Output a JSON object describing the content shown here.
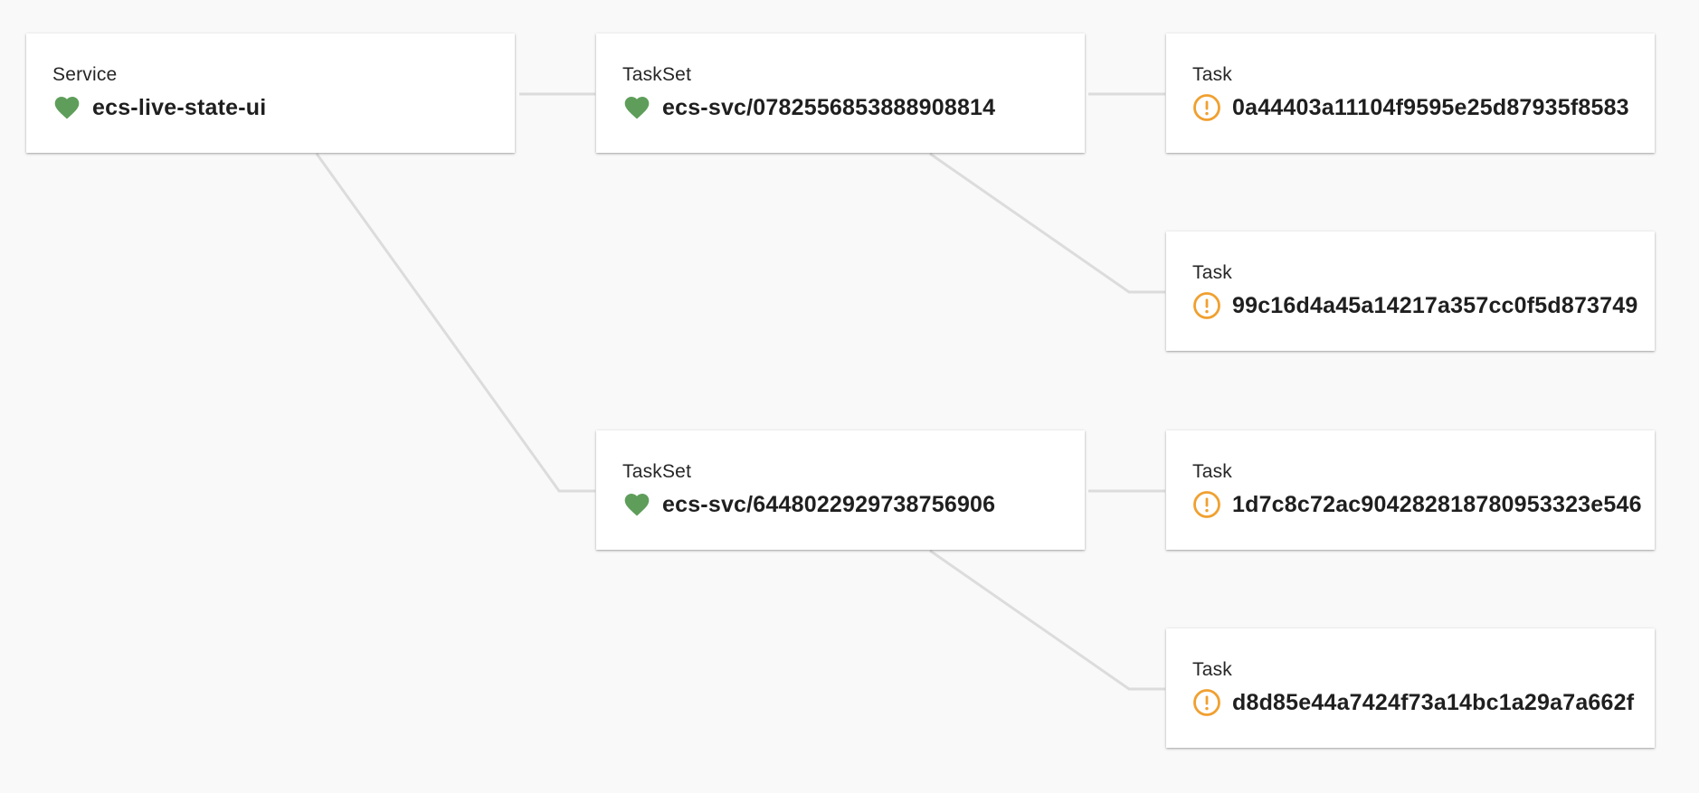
{
  "colors": {
    "healthy": "#5e9e5a",
    "warning": "#f0a030",
    "edge": "#dcdcdc",
    "background": "#f9f9f9"
  },
  "nodes": {
    "service": {
      "kind": "Service",
      "name": "ecs-live-state-ui",
      "status": "healthy",
      "icon": "heart-icon"
    },
    "taskset_1": {
      "kind": "TaskSet",
      "name": "ecs-svc/0782556853888908814",
      "status": "healthy",
      "icon": "heart-icon"
    },
    "taskset_2": {
      "kind": "TaskSet",
      "name": "ecs-svc/6448022929738756906",
      "status": "healthy",
      "icon": "heart-icon"
    },
    "task_1": {
      "kind": "Task",
      "name": "0a44403a11104f9595e25d87935f8583",
      "status": "warning",
      "icon": "alert-circle-icon"
    },
    "task_2": {
      "kind": "Task",
      "name": "99c16d4a45a14217a357cc0f5d873749",
      "status": "warning",
      "icon": "alert-circle-icon"
    },
    "task_3": {
      "kind": "Task",
      "name": "1d7c8c72ac904282818780953323e546",
      "status": "warning",
      "icon": "alert-circle-icon"
    },
    "task_4": {
      "kind": "Task",
      "name": "d8d85e44a7424f73a14bc1a29a7a662f",
      "status": "warning",
      "icon": "alert-circle-icon"
    }
  }
}
